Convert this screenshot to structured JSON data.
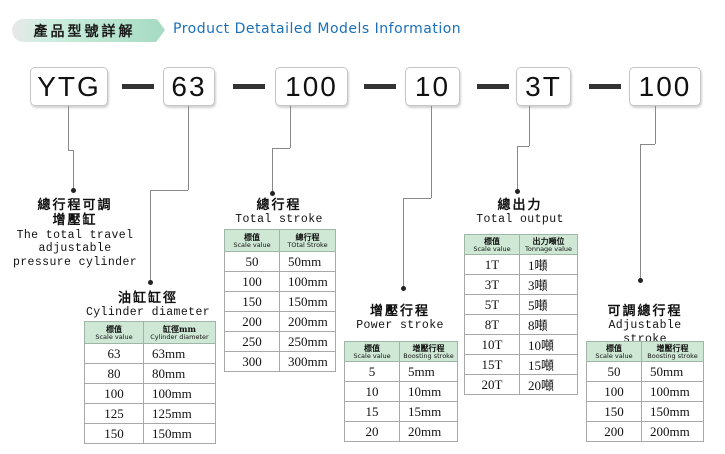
{
  "header": {
    "title_zh": "產品型號詳解",
    "title_en": "Product Detatailed Models Information",
    "accent_color": "#1a70b8",
    "badge_color": "#a9dcc4"
  },
  "model_code": [
    "YTG",
    "63",
    "100",
    "10",
    "3T",
    "100"
  ],
  "sections": {
    "travel": {
      "zh_line1": "總行程可調",
      "zh_line2": "增壓缸",
      "en_line1": "The total travel",
      "en_line2": "adjustable",
      "en_line3": "pressure cylinder"
    },
    "diameter": {
      "zh": "油缸缸徑",
      "en": "Cylinder diameter",
      "col1_zh": "標值",
      "col1_en": "Scale value",
      "col2_zh": "缸徑mm",
      "col2_en": "Cylinder diameter",
      "rows": [
        {
          "scale": "63",
          "value": "63mm"
        },
        {
          "scale": "80",
          "value": "80mm"
        },
        {
          "scale": "100",
          "value": "100mm"
        },
        {
          "scale": "125",
          "value": "125mm"
        },
        {
          "scale": "150",
          "value": "150mm"
        }
      ]
    },
    "total_stroke": {
      "zh": "總行程",
      "en": "Total stroke",
      "col1_zh": "標值",
      "col1_en": "Scale value",
      "col2_zh": "總行程",
      "col2_en": "TOtal Stroke",
      "rows": [
        {
          "scale": "50",
          "value": "50mm"
        },
        {
          "scale": "100",
          "value": "100mm"
        },
        {
          "scale": "150",
          "value": "150mm"
        },
        {
          "scale": "200",
          "value": "200mm"
        },
        {
          "scale": "250",
          "value": "250mm"
        },
        {
          "scale": "300",
          "value": "300mm"
        }
      ]
    },
    "power_stroke": {
      "zh": "增壓行程",
      "en": "Power stroke",
      "col1_zh": "標值",
      "col1_en": "Scale value",
      "col2_zh": "增壓行程",
      "col2_en": "Boosting stroke",
      "rows": [
        {
          "scale": "5",
          "value": "5mm"
        },
        {
          "scale": "10",
          "value": "10mm"
        },
        {
          "scale": "15",
          "value": "15mm"
        },
        {
          "scale": "20",
          "value": "20mm"
        }
      ]
    },
    "total_output": {
      "zh": "總出力",
      "en": "Total output",
      "col1_zh": "標值",
      "col1_en": "Scale value",
      "col2_zh": "出力噸位",
      "col2_en": "Tonnage value",
      "rows": [
        {
          "scale": "1T",
          "value": "1噸"
        },
        {
          "scale": "3T",
          "value": "3噸"
        },
        {
          "scale": "5T",
          "value": "5噸"
        },
        {
          "scale": "8T",
          "value": "8噸"
        },
        {
          "scale": "10T",
          "value": "10噸"
        },
        {
          "scale": "15T",
          "value": "15噸"
        },
        {
          "scale": "20T",
          "value": "20噸"
        }
      ]
    },
    "adjustable_stroke": {
      "zh": "可調總行程",
      "en": "Adjustable stroke",
      "col1_zh": "標值",
      "col1_en": "Scale value",
      "col2_zh": "增壓行程",
      "col2_en": "Boosting stroke",
      "rows": [
        {
          "scale": "50",
          "value": "50mm"
        },
        {
          "scale": "100",
          "value": "100mm"
        },
        {
          "scale": "150",
          "value": "150mm"
        },
        {
          "scale": "200",
          "value": "200mm"
        }
      ]
    }
  }
}
